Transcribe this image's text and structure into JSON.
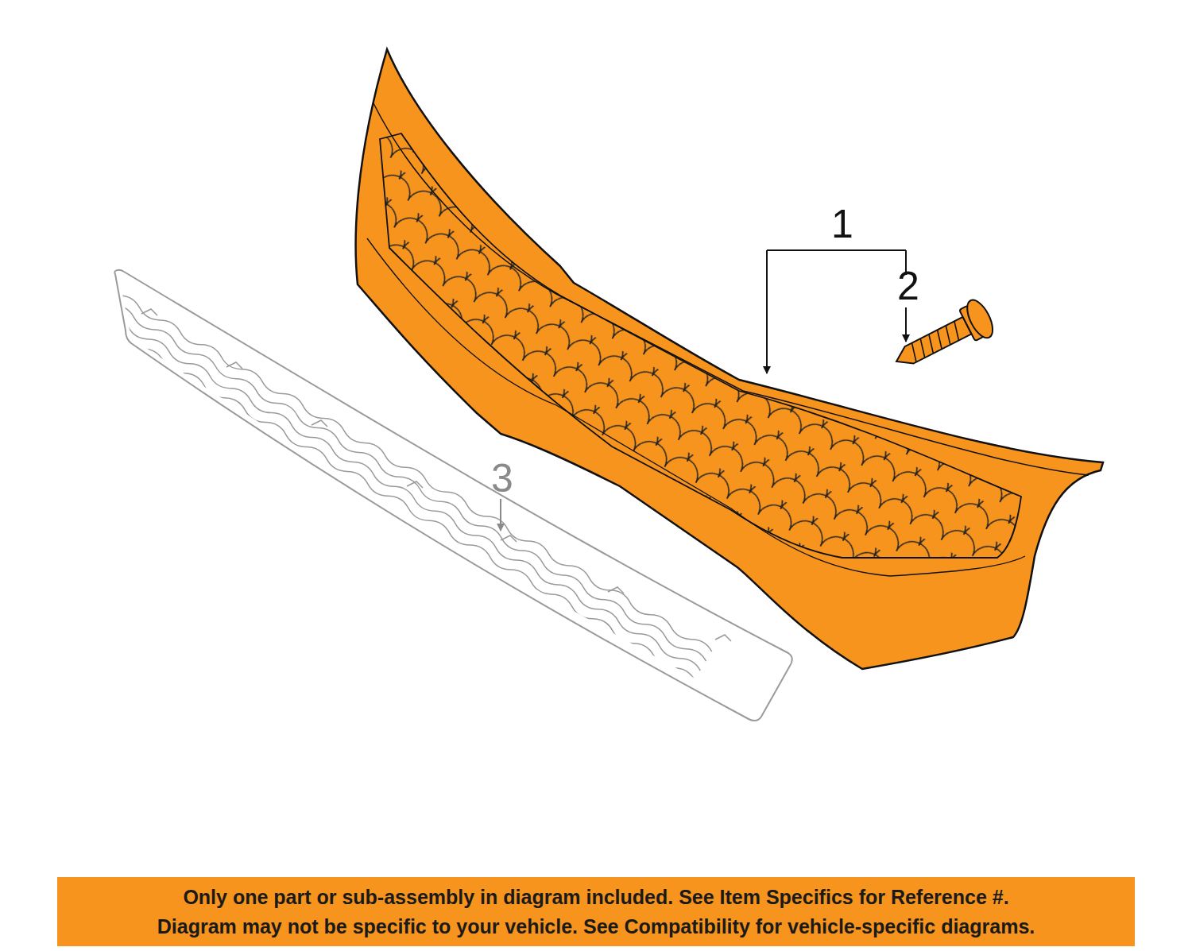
{
  "diagram": {
    "nodes": [
      {
        "text": [
          "Only one part or sub-assembly in diagram included. See Item Specifics for Reference #.",
          "Diagram may not be specific to your vehicle. See Compatibility for vehicle-specific diagrams."
        ]
      }
    ],
    "labels": [
      "1",
      "2",
      "3"
    ]
  }
}
